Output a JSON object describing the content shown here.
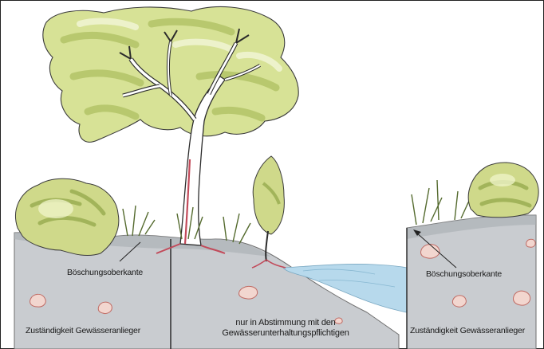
{
  "labels": {
    "embankment_top_left": "Böschungsoberkante",
    "embankment_top_right": "Böschungsoberkante",
    "zone_left": "Zuständigkeit Gewässeranlieger",
    "zone_middle_line1": "nur in Abstimmung mit den",
    "zone_middle_line2": "Gewässerunterhaltungspflichtigen",
    "zone_right": "Zuständigkeit Gewässeranlieger"
  },
  "colors": {
    "soil": "#c9ccd0",
    "soil_shadow": "#a9adb3",
    "water": "#b7d9ec",
    "foliage_light": "#e4ecb0",
    "foliage": "#bccb6a",
    "foliage_dark": "#8fa446",
    "trunk_root": "#c24a5a",
    "stone": "#d9a79e",
    "outline": "#2b2b2b"
  },
  "icons": [
    "tree-illustration",
    "shrub-left",
    "shrub-right",
    "small-tree-slope",
    "grass-tufts",
    "stones",
    "arrow-icon"
  ]
}
